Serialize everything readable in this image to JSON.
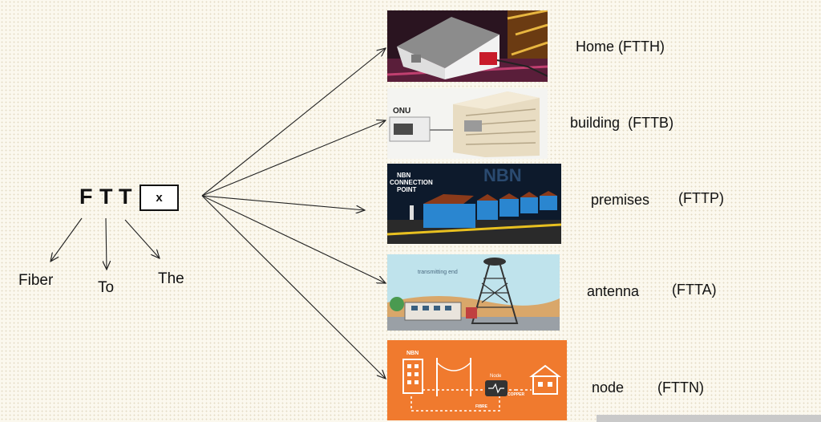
{
  "acronym": {
    "letters": [
      "F",
      "T",
      "T"
    ],
    "box_letter": "x"
  },
  "expansion": [
    "Fiber",
    "To",
    "The"
  ],
  "targets": [
    {
      "word": "Home",
      "code": "(FTTH)"
    },
    {
      "word": "building",
      "code": "(FTTB)",
      "image_text": [
        "ONU"
      ]
    },
    {
      "word": "premises",
      "code": "(FTTP)",
      "image_text": [
        "NBN",
        "NBN",
        "CONNECTION",
        "POINT"
      ]
    },
    {
      "word": "antenna",
      "code": "(FTTA)",
      "image_text": [
        "transmitting end"
      ]
    },
    {
      "word": "node",
      "code": "(FTTN)",
      "image_text": [
        "NBN",
        "Node",
        "COPPER",
        "FIBRE"
      ]
    }
  ],
  "colors": {
    "ink": "#111111",
    "node_panel": "#f07a2e",
    "background": "#fbf8ee"
  }
}
